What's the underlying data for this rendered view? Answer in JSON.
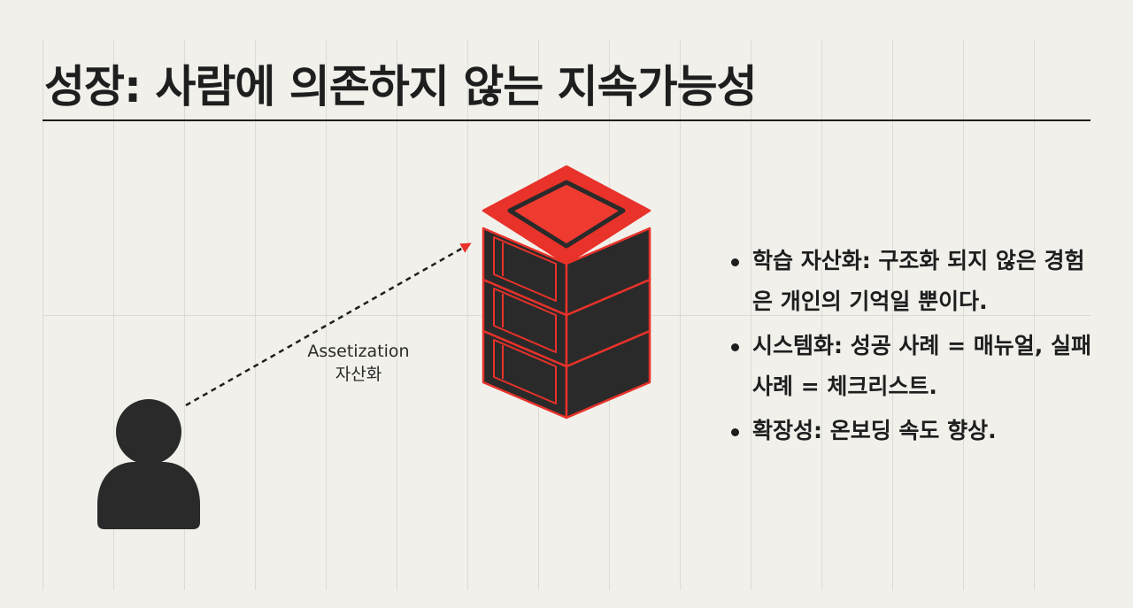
{
  "title": "성장: 사람에 의존하지 않는 지속가능성",
  "diagram": {
    "person_icon": "person-icon",
    "server_icon": "server-stack-icon",
    "arrow_label_en": "Assetization",
    "arrow_label_ko": "자산화",
    "accent_color": "#e8322a",
    "dark_color": "#2a2a2a"
  },
  "bullets": [
    {
      "text": "학습 자산화: 구조화 되지 않은 경험은 개인의 기억일 뿐이다."
    },
    {
      "text": "시스템화: 성공 사례 = 매뉴얼, 실패 사례 = 체크리스트."
    },
    {
      "text": "확장성: 온보딩 속도 향상."
    }
  ]
}
